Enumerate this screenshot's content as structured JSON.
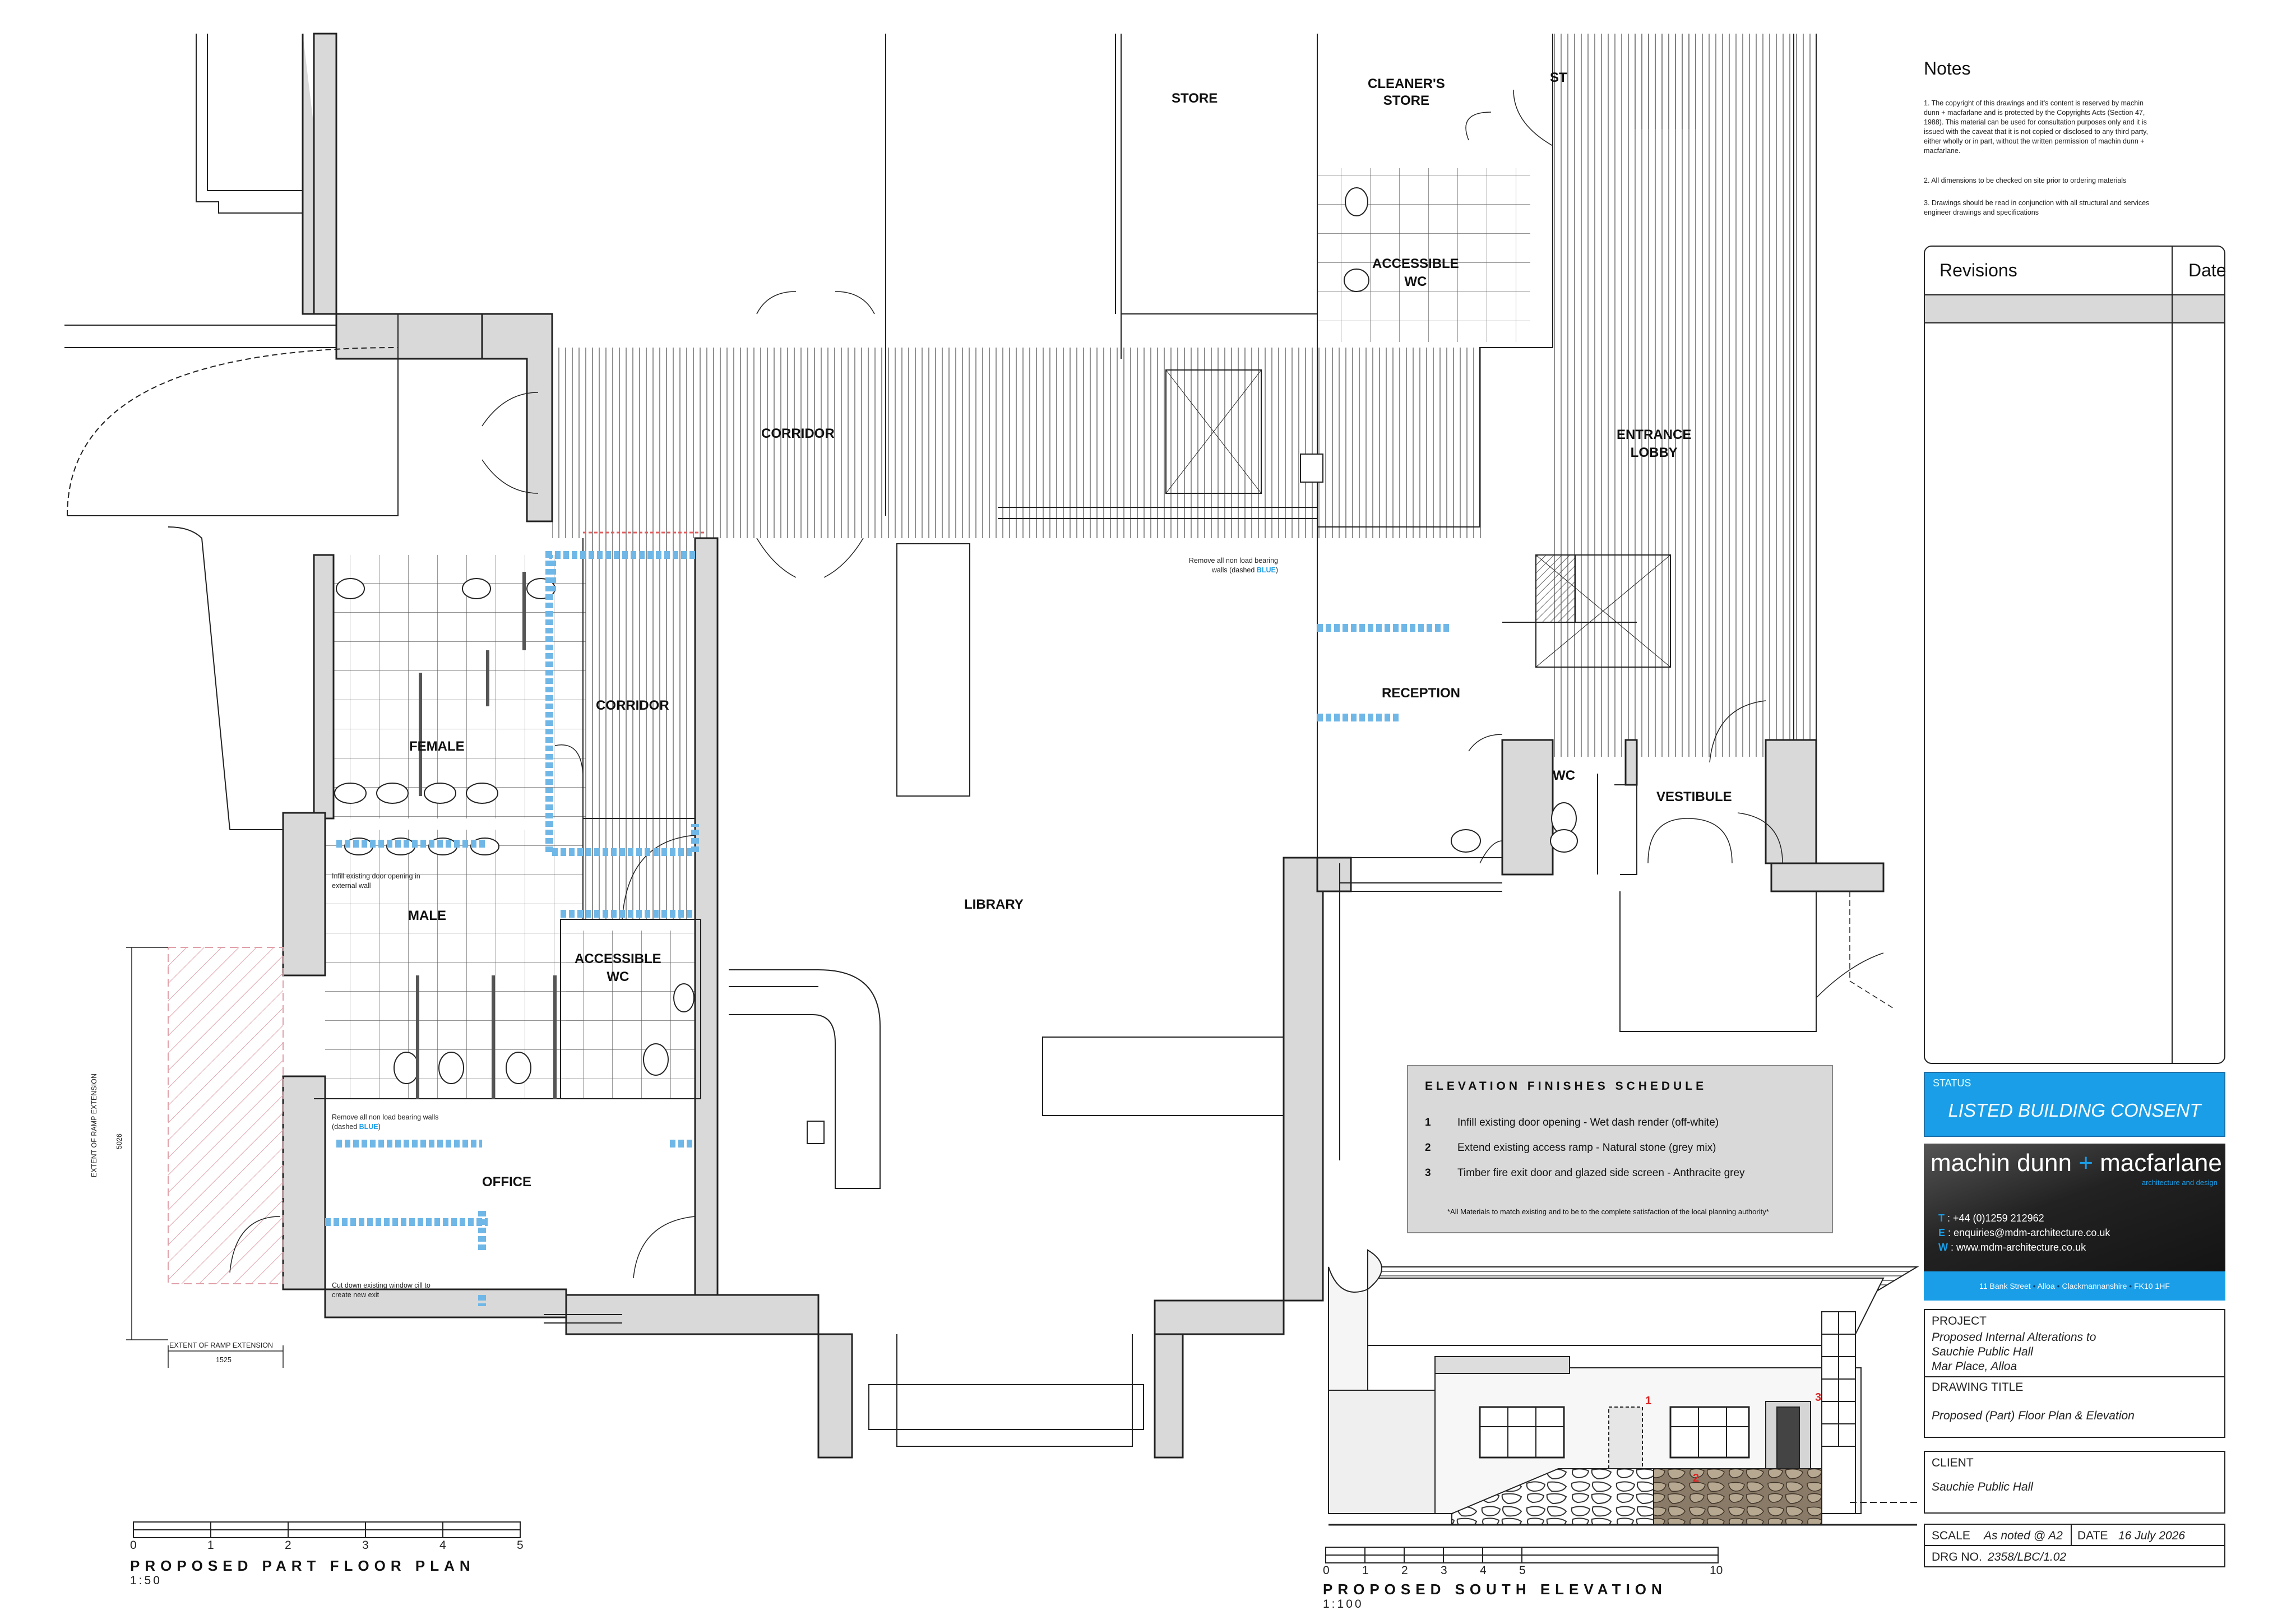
{
  "rooms": {
    "store": "STORE",
    "cleaners_store": [
      "CLEANER'S",
      "STORE"
    ],
    "st": "ST",
    "accessible_wc_upper": [
      "ACCESSIBLE",
      "WC"
    ],
    "corridor_top": "CORRIDOR",
    "entrance_lobby": [
      "ENTRANCE",
      "LOBBY"
    ],
    "corridor_left": "CORRIDOR",
    "female": "FEMALE",
    "male": "MALE",
    "accessible_wc_lower": [
      "ACCESSIBLE",
      "WC"
    ],
    "library": "LIBRARY",
    "reception": "RECEPTION",
    "wc": "WC",
    "vestibule": "VESTIBULE",
    "office": "OFFICE"
  },
  "annotations": {
    "remove_walls_library": {
      "line1": "Remove all non load bearing",
      "line2_prefix": "walls (dashed ",
      "blue": "BLUE",
      "suffix": ")"
    },
    "infill_door": {
      "line1": "Infill existing door opening in",
      "line2": "external wall"
    },
    "remove_walls_office": {
      "line1": "Remove all non load bearing walls",
      "line2_prefix": "(dashed ",
      "blue": "BLUE",
      "suffix": ")"
    },
    "cut_down_window": {
      "line1": "Cut down existing window cill to",
      "line2": "create new exit"
    },
    "ramp_ext_vertical": "EXTENT OF RAMP EXTENSION",
    "ramp_dim_vertical": "5026",
    "ramp_ext_horizontal": "EXTENT OF RAMP EXTENSION",
    "ramp_dim_horizontal": "1525"
  },
  "plan_scale": {
    "ticks": [
      "0",
      "1",
      "2",
      "3",
      "4",
      "5"
    ],
    "title": "PROPOSED PART FLOOR PLAN",
    "ratio": "1:50"
  },
  "elevation_scale": {
    "ticks": [
      "0",
      "1",
      "2",
      "3",
      "4",
      "5",
      "10"
    ],
    "title": "PROPOSED SOUTH ELEVATION",
    "ratio": "1:100"
  },
  "schedule": {
    "title": "ELEVATION FINISHES SCHEDULE",
    "items": [
      {
        "num": "1",
        "text": "Infill existing door opening  - Wet dash render (off-white)"
      },
      {
        "num": "2",
        "text": "Extend existing access ramp - Natural stone (grey mix)"
      },
      {
        "num": "3",
        "text": "Timber fire exit door and glazed side screen - Anthracite grey"
      }
    ],
    "note": "*All Materials to match existing and to be to the complete satisfaction of the local planning authority*"
  },
  "elevation_markers": [
    "1",
    "2",
    "3"
  ],
  "notes": {
    "title": "Notes",
    "items": [
      [
        "1.    The copyright of this drawings and it's content is reserved by machin",
        "dunn + macfarlane and is protected by the Copyrights Acts (Section 47,",
        "1988). This material can be used for consultation purposes only and it is",
        "issued with the caveat that it is not copied or disclosed to any third party,",
        "either wholly or in part, without the written permission of machin dunn +",
        "macfarlane."
      ],
      [
        "2.    All dimensions to be checked on site prior to ordering materials"
      ],
      [
        "3.  Drawings should be read in conjunction with all structural and services",
        "engineer drawings and specifications"
      ]
    ]
  },
  "revisions": {
    "header": "Revisions",
    "date_header": "Date"
  },
  "status": {
    "label": "STATUS",
    "value": "LISTED BUILDING CONSENT"
  },
  "logo": {
    "name_left": "machin dunn",
    "name_right": "macfarlane",
    "tagline": "architecture and design",
    "phone_label": "T",
    "phone": ": +44 (0)1259 212962",
    "email_label": "E",
    "email": ": enquiries@mdm-architecture.co.uk",
    "web_label": "W",
    "web": ": www.mdm-architecture.co.uk",
    "address": [
      "11 Bank Street",
      "Alloa",
      "Clackmannanshire",
      "FK10 1HF"
    ]
  },
  "project": {
    "label": "PROJECT",
    "lines": [
      "Proposed Internal Alterations to",
      "Sauchie Public Hall",
      "Mar Place, Alloa"
    ]
  },
  "drawing_title": {
    "label": "DRAWING TITLE",
    "value": "Proposed (Part) Floor Plan & Elevation"
  },
  "client": {
    "label": "CLIENT",
    "value": "Sauchie Public Hall"
  },
  "scale": {
    "label": "SCALE",
    "value": "As noted @ A2"
  },
  "date": {
    "label": "DATE",
    "value": "16 July 2026"
  },
  "drg_no": {
    "label": "DRG NO.",
    "value": "2358/LBC/1.02"
  },
  "colors": {
    "accent_blue": "#1a9ee8",
    "demolish_blue": "#6fb7e6",
    "hatch_red": "#e0a0a8",
    "stone": "#8a7a68"
  }
}
